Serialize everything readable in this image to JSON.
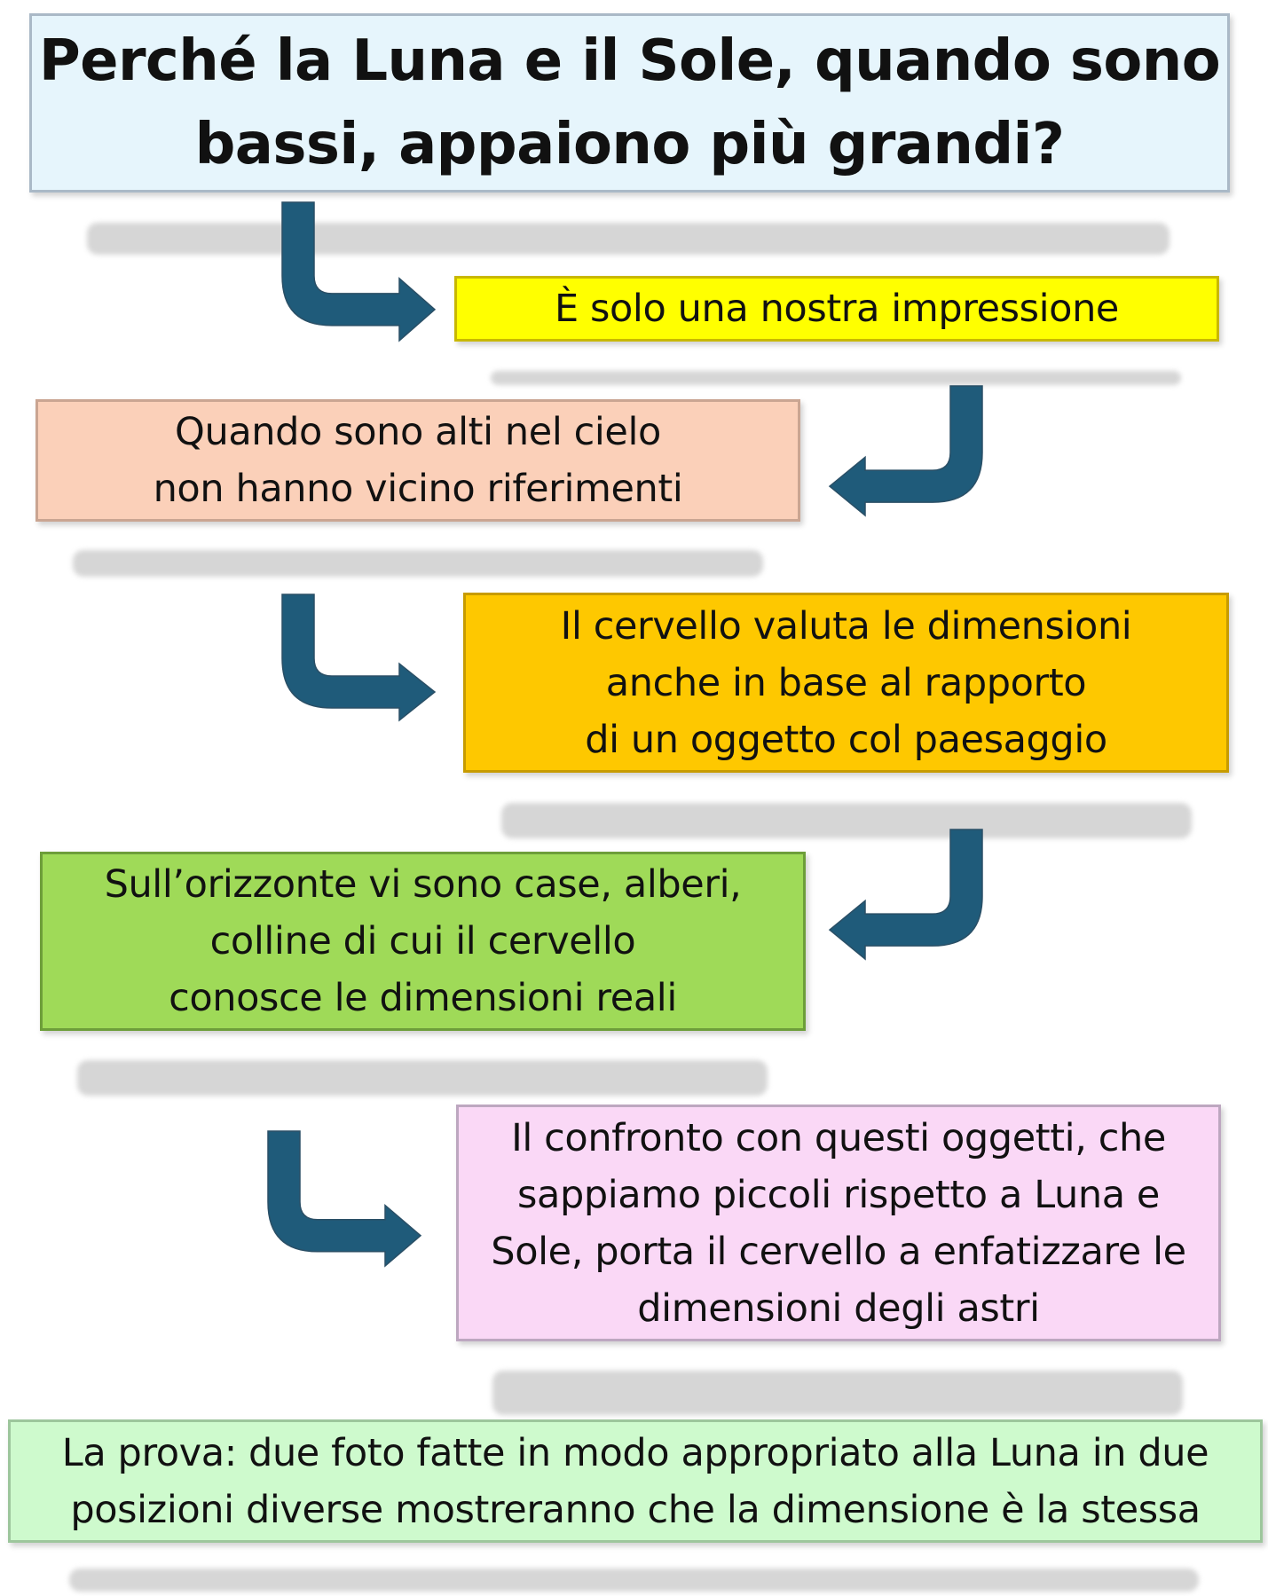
{
  "title": "Perché la Luna e il Sole, quando sono\nbassi, appaiono più grandi?",
  "steps": [
    {
      "text": "È solo una nostra impressione",
      "color": "#ffff00"
    },
    {
      "text": "Quando sono alti nel cielo\nnon hanno vicino riferimenti",
      "color": "#fbd0b9"
    },
    {
      "text": "Il cervello valuta le dimensioni\nanche in base al rapporto\ndi un oggetto col paesaggio",
      "color": "#fec800"
    },
    {
      "text": "Sull’orizzonte vi sono case, alberi,\ncolline di cui il cervello\nconosce le dimensioni reali",
      "color": "#9fda58"
    },
    {
      "text": "Il confronto con questi oggetti, che\nsappiamo piccoli rispetto a Luna e\nSole, porta il cervello a enfatizzare le\ndimensioni degli astri",
      "color": "#fad8f6"
    },
    {
      "text": "La prova: due foto fatte in modo appropriato alla Luna in due\nposizioni diverse mostreranno che la dimensione è la stessa",
      "color": "#cefacd"
    }
  ],
  "title_color": "#e6f5fc",
  "arrow_color": "#1f5b7a",
  "arrows": [
    {
      "icon": "curved-arrow-right-icon",
      "direction": "right"
    },
    {
      "icon": "curved-arrow-left-icon",
      "direction": "left"
    },
    {
      "icon": "curved-arrow-right-icon",
      "direction": "right"
    },
    {
      "icon": "curved-arrow-left-icon",
      "direction": "left"
    },
    {
      "icon": "curved-arrow-right-icon",
      "direction": "right"
    }
  ]
}
